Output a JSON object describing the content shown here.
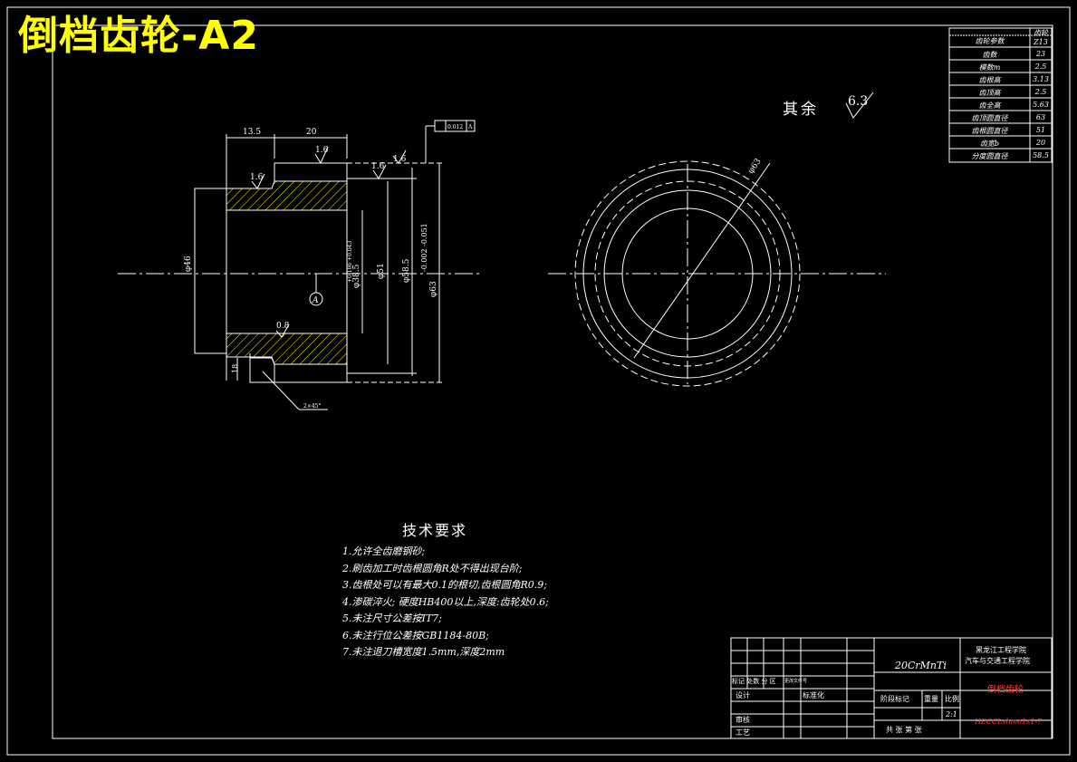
{
  "title": "倒档齿轮-A2",
  "surface_finish": {
    "label": "其余",
    "value": "6.3"
  },
  "dimensions": {
    "d1": "13.5",
    "d2": "20",
    "d3": "φ46",
    "d4": "φ38.5",
    "d4_tol": "+0.106 +0.043",
    "d5": "φ51",
    "d6": "φ58.5",
    "d7": "φ63",
    "d7_tol": "-0.002 -0.051",
    "d8": "18",
    "d9": "φ63",
    "chamfer": "2×45°",
    "rough1": "1.6",
    "rough2": "1.6",
    "rough3": "1.6",
    "rough4": "1.6",
    "rough5": "0.8",
    "datum": "A",
    "runout": "0.012",
    "runout_datum": "A"
  },
  "params_table": {
    "header": [
      "齿轮参数",
      "齿轮"
    ],
    "header2": "Z13",
    "rows": [
      [
        "齿数",
        "23"
      ],
      [
        "模数m",
        "2.5"
      ],
      [
        "齿根高",
        "3.13"
      ],
      [
        "齿顶高",
        "2.5"
      ],
      [
        "齿全高",
        "5.63"
      ],
      [
        "齿顶圆直径",
        "63"
      ],
      [
        "齿根圆直径",
        "51"
      ],
      [
        "齿宽b",
        "20"
      ],
      [
        "分度圆直径",
        "58.5"
      ]
    ]
  },
  "tech_notes": {
    "title": "技术要求",
    "items": [
      "1.允许全齿磨钢砂;",
      "2.刷齿加工时齿根圆角R处不得出现台阶;",
      "3.齿根处可以有最大0.1的根切,齿根圆角R0.9;",
      "4.渗碳淬火; 硬度HB400以上,深度:齿轮处0.6;",
      "5.未注尺寸公差按IT7;",
      "6.未注行位公差按GB1184-80B;",
      "7.未注退刀槽宽度1.5mm,深度2mm"
    ]
  },
  "title_block": {
    "material": "20CrMnTi",
    "school_line1": "黑龙江工程学院",
    "school_line2": "汽车与交通工程学院",
    "part_name": "倒档齿轮",
    "scale": "2:1",
    "drawing_no": "HECCLshmo1s1-7",
    "labels": {
      "revision": "标记 处数 分 区",
      "change_doc": "更改文件号",
      "design": "设计",
      "standardize": "标准化",
      "stage": "阶段标记",
      "weight": "重量",
      "ratio": "比例",
      "review": "审核",
      "process": "工艺",
      "sheets": "共 张 第 张"
    }
  },
  "colors": {
    "title": "#ffff00",
    "lines": "#ffffff",
    "hatch": "#ffff00",
    "part_name": "#ff3b3b",
    "drawing_no": "#ff3b3b"
  }
}
